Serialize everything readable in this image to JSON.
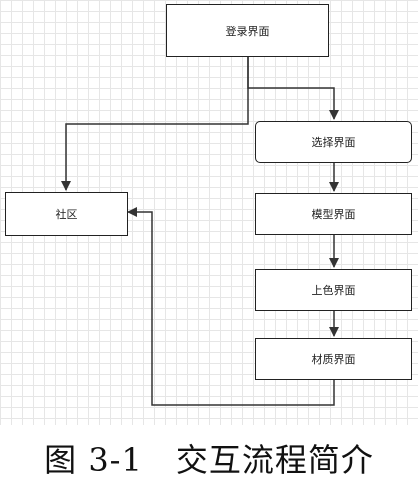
{
  "diagram": {
    "nodes": [
      {
        "id": "login",
        "label": "登录界面"
      },
      {
        "id": "select",
        "label": "选择界面"
      },
      {
        "id": "model",
        "label": "模型界面"
      },
      {
        "id": "color",
        "label": "上色界面"
      },
      {
        "id": "material",
        "label": "材质界面"
      },
      {
        "id": "community",
        "label": "社区"
      }
    ],
    "edges": [
      {
        "from": "login",
        "to": "select"
      },
      {
        "from": "login",
        "to": "community"
      },
      {
        "from": "select",
        "to": "model"
      },
      {
        "from": "model",
        "to": "color"
      },
      {
        "from": "color",
        "to": "material"
      },
      {
        "from": "material",
        "to": "community"
      }
    ]
  },
  "caption": "图 3-1　交互流程简介"
}
